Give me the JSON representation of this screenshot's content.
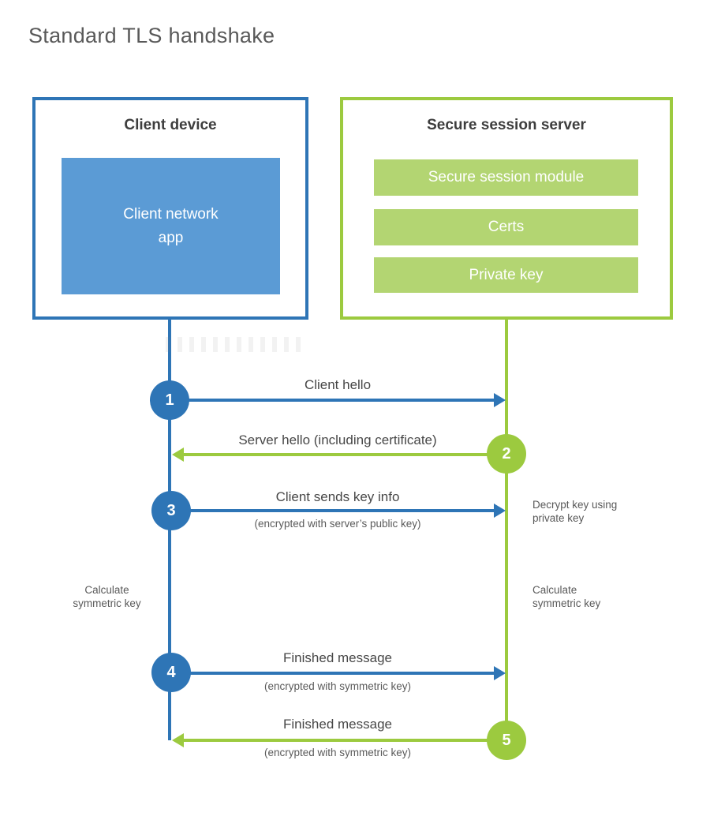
{
  "title": "Standard TLS handshake",
  "colors": {
    "blue_line": "#2e75b6",
    "blue_fill": "#5b9bd5",
    "green_line": "#9cca3f",
    "green_fill": "#b3d572",
    "heading_text": "#3d3d3d",
    "body_text": "#595959"
  },
  "client": {
    "title": "Client device",
    "app_line1": "Client network",
    "app_line2": "app"
  },
  "server": {
    "title": "Secure session server",
    "modules": [
      "Secure session module",
      "Certs",
      "Private key"
    ]
  },
  "messages": [
    {
      "num": "1",
      "label": "Client hello",
      "direction": "client-to-server"
    },
    {
      "num": "2",
      "label": "Server hello (including certificate)",
      "direction": "server-to-client"
    },
    {
      "num": "3",
      "label": "Client sends key info",
      "sub": "(encrypted with server’s public key)",
      "direction": "client-to-server"
    },
    {
      "num": "4",
      "label": "Finished message",
      "sub": "(encrypted with symmetric key)",
      "direction": "client-to-server"
    },
    {
      "num": "5",
      "label": "Finished message",
      "sub": "(encrypted with symmetric key)",
      "direction": "server-to-client"
    }
  ],
  "notes": {
    "decrypt": "Decrypt key using private key",
    "calc_left": "Calculate symmetric key",
    "calc_right": "Calculate symmetric key"
  }
}
